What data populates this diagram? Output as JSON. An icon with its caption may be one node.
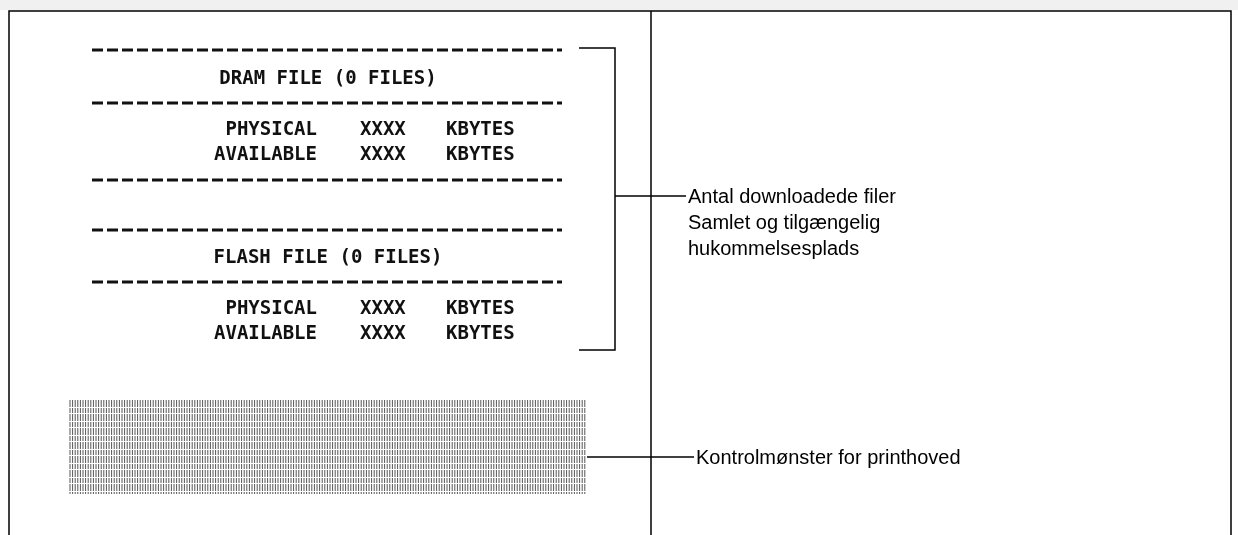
{
  "diagram": {
    "nodes": [
      {
        "text": [
          "DRAM FILE (0 FILES)",
          "PHYSICAL",
          "XXXX",
          "KBYTES",
          "AVAILABLE",
          "XXXX",
          "KBYTES",
          "FLASH FILE (0 FILES)",
          "PHYSICAL",
          "XXXX",
          "KBYTES",
          "AVAILABLE",
          "XXXX",
          "KBYTES"
        ]
      },
      {
        "text": [],
        "shape": "picture"
      },
      {
        "text": [
          "Antal downloadede filer",
          "Samlet og tilgængelig hukommelsesplads"
        ]
      },
      {
        "text": [
          "Kontrolmønster for printhoved"
        ]
      }
    ],
    "edges": [
      {
        "from": 2,
        "to": 0,
        "arrow": "none"
      },
      {
        "from": 3,
        "to": 1,
        "arrow": "none"
      }
    ]
  }
}
